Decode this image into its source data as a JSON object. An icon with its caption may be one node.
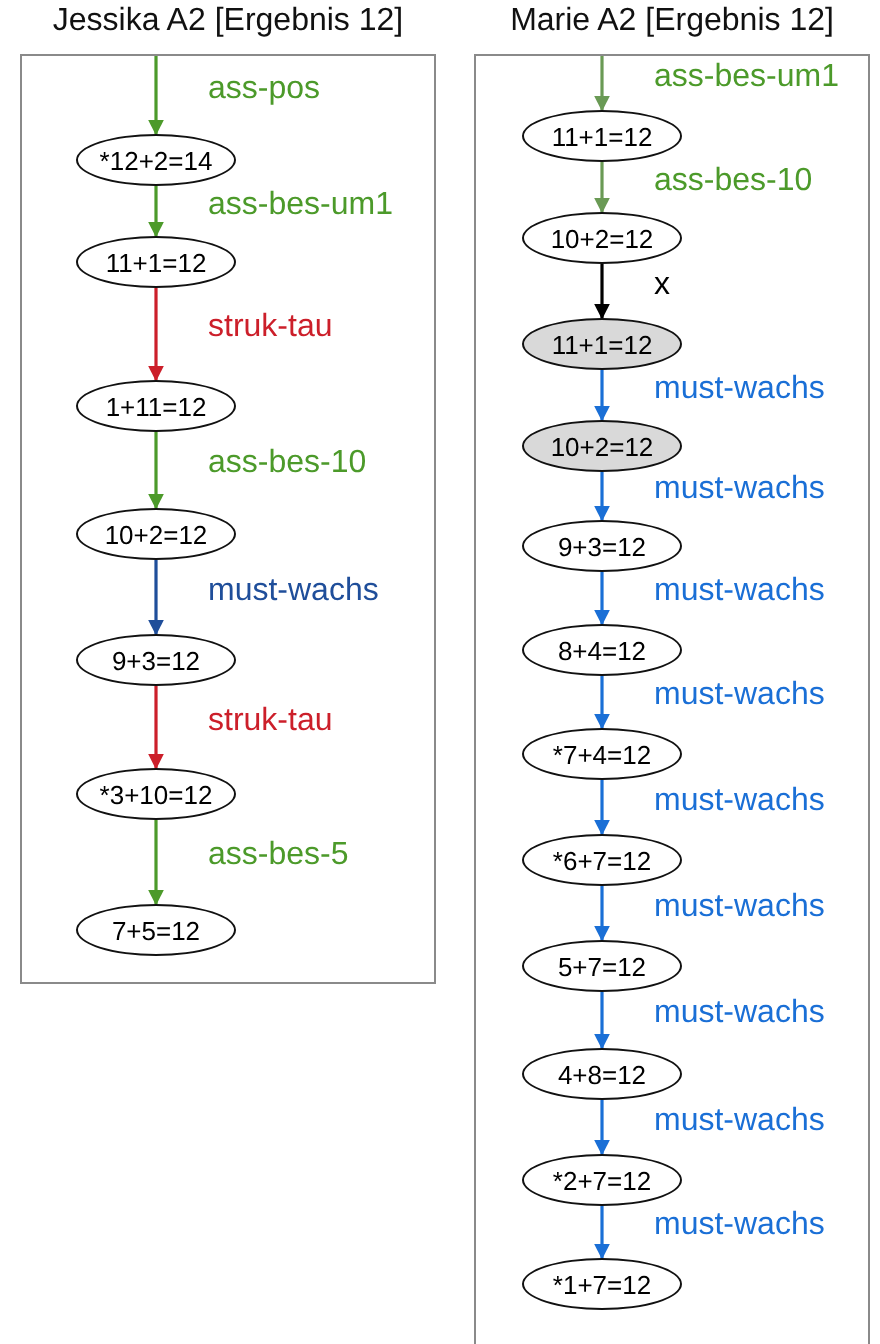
{
  "diagram": {
    "nodes": [
      {
        "text": [
          "Jessika A2 [Ergebnis 12]"
        ]
      },
      {
        "text": [
          "*12+2=14"
        ],
        "in": 0
      },
      {
        "text": [
          "11+1=12"
        ],
        "in": 0
      },
      {
        "text": [
          "1+11=12"
        ],
        "in": 0
      },
      {
        "text": [
          "10+2=12"
        ],
        "in": 0
      },
      {
        "text": [
          "9+3=12"
        ],
        "in": 0
      },
      {
        "text": [
          "*3+10=12"
        ],
        "in": 0
      },
      {
        "text": [
          "7+5=12"
        ],
        "in": 0
      },
      {
        "text": [
          "Marie A2 [Ergebnis 12]"
        ]
      },
      {
        "text": [
          "11+1=12"
        ],
        "in": 8
      },
      {
        "text": [
          "10+2=12"
        ],
        "in": 8
      },
      {
        "text": [
          "11+1=12"
        ],
        "in": 8
      },
      {
        "text": [
          "10+2=12"
        ],
        "in": 8
      },
      {
        "text": [
          "9+3=12"
        ],
        "in": 8
      },
      {
        "text": [
          "8+4=12"
        ],
        "in": 8
      },
      {
        "text": [
          "*7+4=12"
        ],
        "in": 8
      },
      {
        "text": [
          "*6+7=12"
        ],
        "in": 8
      },
      {
        "text": [
          "5+7=12"
        ],
        "in": 8
      },
      {
        "text": [
          "4+8=12"
        ],
        "in": 8
      },
      {
        "text": [
          "*2+7=12"
        ],
        "in": 8
      },
      {
        "text": [
          "*1+7=12"
        ],
        "in": 8
      }
    ],
    "edges": [
      {
        "from": null,
        "to": 1,
        "arrow": "to",
        "label": "ass-pos",
        "color": "#4c9a2a"
      },
      {
        "from": 1,
        "to": 2,
        "arrow": "to",
        "label": "ass-bes-um1",
        "color": "#4c9a2a"
      },
      {
        "from": 2,
        "to": 3,
        "arrow": "to",
        "label": "struk-tau",
        "color": "#cc1f2a"
      },
      {
        "from": 3,
        "to": 4,
        "arrow": "to",
        "label": "ass-bes-10",
        "color": "#4c9a2a"
      },
      {
        "from": 4,
        "to": 5,
        "arrow": "to",
        "label": "must-wachs",
        "color": "#1f4e9a"
      },
      {
        "from": 5,
        "to": 6,
        "arrow": "to",
        "label": "struk-tau",
        "color": "#cc1f2a"
      },
      {
        "from": 6,
        "to": 7,
        "arrow": "to",
        "label": "ass-bes-5",
        "color": "#4c9a2a"
      },
      {
        "from": null,
        "to": 9,
        "arrow": "to",
        "label": "ass-bes-um1",
        "color": "#6a9a55"
      },
      {
        "from": 9,
        "to": 10,
        "arrow": "to",
        "label": "ass-bes-10",
        "color": "#6a9a55"
      },
      {
        "from": 10,
        "to": 11,
        "arrow": "to",
        "label": "x",
        "color": "#000000"
      },
      {
        "from": 11,
        "to": 12,
        "arrow": "to",
        "label": "must-wachs",
        "color": "#1a6fd6"
      },
      {
        "from": 12,
        "to": 13,
        "arrow": "to",
        "label": "must-wachs",
        "color": "#1a6fd6"
      },
      {
        "from": 13,
        "to": 14,
        "arrow": "to",
        "label": "must-wachs",
        "color": "#1a6fd6"
      },
      {
        "from": 14,
        "to": 15,
        "arrow": "to",
        "label": "must-wachs",
        "color": "#1a6fd6"
      },
      {
        "from": 15,
        "to": 16,
        "arrow": "to",
        "label": "must-wachs",
        "color": "#1a6fd6"
      },
      {
        "from": 16,
        "to": 17,
        "arrow": "to",
        "label": "must-wachs",
        "color": "#1a6fd6"
      },
      {
        "from": 17,
        "to": 18,
        "arrow": "to",
        "label": "must-wachs",
        "color": "#1a6fd6"
      },
      {
        "from": 18,
        "to": 19,
        "arrow": "to",
        "label": "must-wachs",
        "color": "#1a6fd6"
      },
      {
        "from": 19,
        "to": 20,
        "arrow": "to",
        "label": "must-wachs",
        "color": "#1a6fd6"
      }
    ]
  }
}
